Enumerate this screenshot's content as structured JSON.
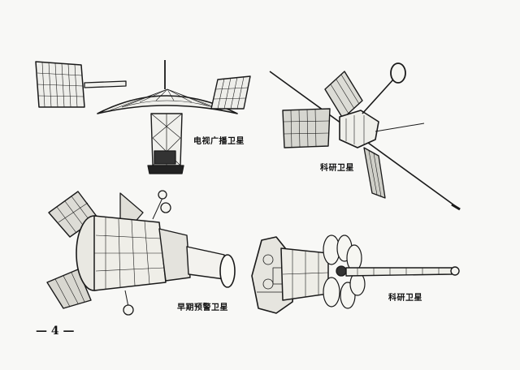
{
  "figures": [
    {
      "id": "tv-broadcast",
      "caption": "电视广播卫星"
    },
    {
      "id": "research-1",
      "caption": "科研卫星"
    },
    {
      "id": "early-warning",
      "caption": "早期预警卫星"
    },
    {
      "id": "research-2",
      "caption": "科研卫星"
    }
  ],
  "page": {
    "number_text": "— 4 —"
  }
}
